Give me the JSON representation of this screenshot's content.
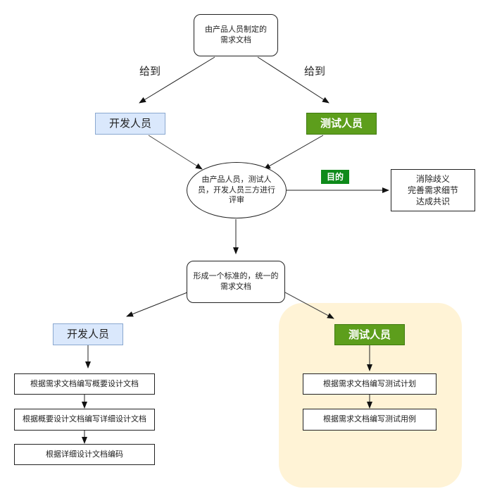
{
  "nodes": {
    "product_doc": "由产品人员制定的\n需求文档",
    "dev_top": "开发人员",
    "test_top": "测试人员",
    "review": "由产品人员，测试人员，开发人员三方进行评审",
    "purpose_badge": "目的",
    "purpose_text": "消除歧义\n完善需求细节\n达成共识",
    "standard_doc": "形成一个标准的，统一的需求文档",
    "dev_bottom": "开发人员",
    "test_bottom": "测试人员",
    "dev_step1": "根据需求文档编写概要设计文档",
    "dev_step2": "根据概要设计文档编写详细设计文档",
    "dev_step3": "根据详细设计文档编码",
    "test_step1": "根据需求文档编写测试计划",
    "test_step2": "根据需求文档编写测试用例"
  },
  "labels": {
    "give_left": "给到",
    "give_right": "给到"
  },
  "colors": {
    "dev_fill": "#dae8fc",
    "test_fill": "#5d9e1c",
    "badge_fill": "#0e8a1a",
    "highlight_fill": "#fff3d6"
  }
}
